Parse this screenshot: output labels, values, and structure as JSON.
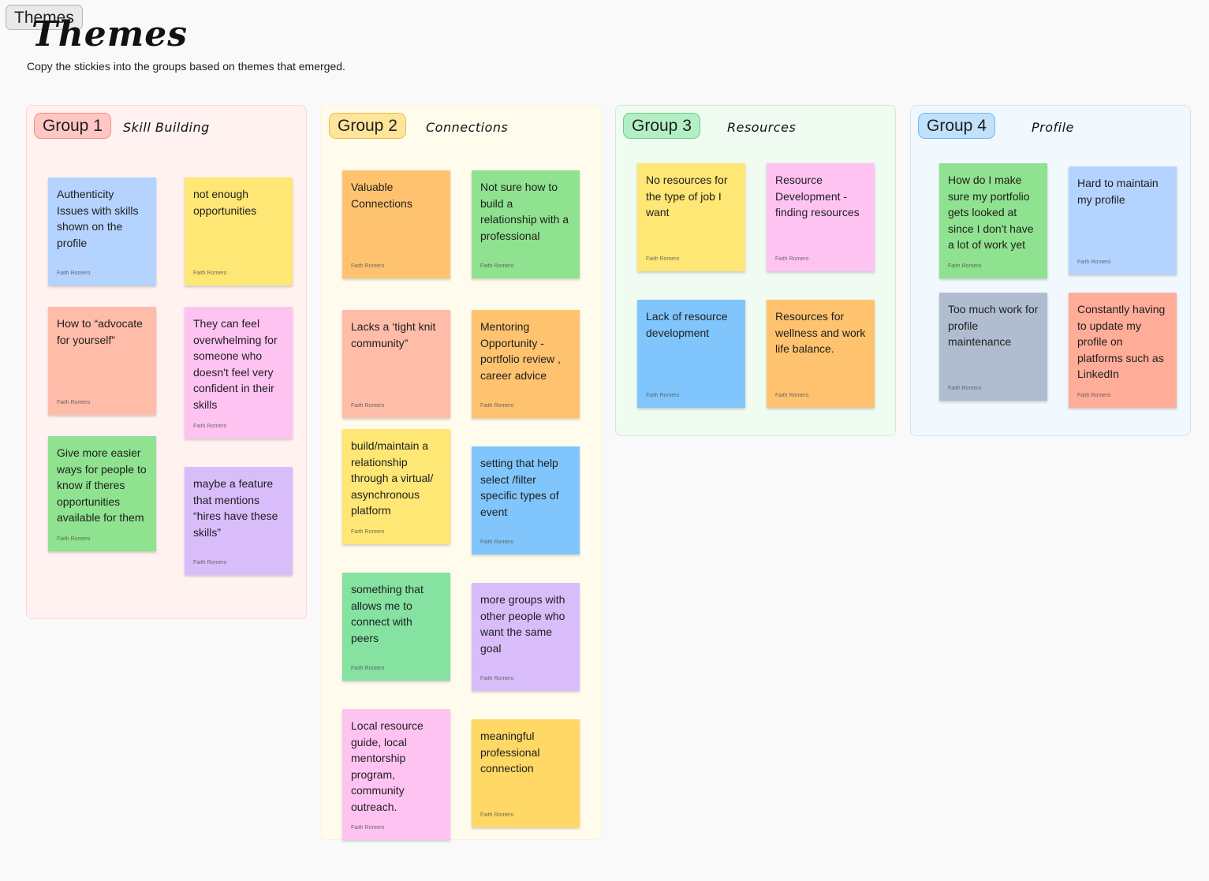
{
  "frame": {
    "tag": "Themes",
    "title": "Themes"
  },
  "subtitle": "Copy the stickies into the groups based on themes that emerged.",
  "colors": {
    "blue": "#b4d3ff",
    "yellow": "#ffe775",
    "salmon": "#ffbca9",
    "pink": "#ffc3f2",
    "green": "#8fe28f",
    "purple": "#d9bdfb",
    "orange": "#ffc36f",
    "mint": "#85e2a1",
    "sky": "#80c6fd",
    "gold": "#ffd865",
    "slate": "#b0bdd0",
    "coral": "#ffac98"
  },
  "groups": [
    {
      "label": "Group 1",
      "theme": "Skill Building",
      "bg": "#fff2f0",
      "border": "#ffd7d2",
      "label_bg": "#ffc7c2",
      "label_border": "#f08f88",
      "stickies": [
        {
          "text": "Authenticity Issues with skills shown on the profile",
          "author": "Faith Romero",
          "color": "#b4d3ff"
        },
        {
          "text": "not enough opportunities",
          "author": "Faith Romero",
          "color": "#ffe775"
        },
        {
          "text": "How to “advocate for yourself”",
          "author": "Faith Romero",
          "color": "#ffbca9"
        },
        {
          "text": "They can feel overwhelming for someone who doesn't feel very confident in their skills",
          "author": "Faith Romero",
          "color": "#ffc3f2"
        },
        {
          "text": "Give more easier ways for people to know if theres opportunities available for them",
          "author": "Faith Romero",
          "color": "#8fe28f"
        },
        {
          "text": "maybe a feature that mentions “hires have these skills”",
          "author": "Faith Romero",
          "color": "#d9bdfb"
        }
      ]
    },
    {
      "label": "Group 2",
      "theme": "Connections",
      "bg": "#fffcee",
      "border": "#fdf4d5",
      "label_bg": "#ffe59c",
      "label_border": "#e8bd4a",
      "stickies": [
        {
          "text": "Valuable Connections",
          "author": "Faith Romero",
          "color": "#ffc36f"
        },
        {
          "text": "Not sure how to build a relationship with a professional",
          "author": "Faith Romero",
          "color": "#8fe28f"
        },
        {
          "text": "Lacks a ‘tight knit community”",
          "author": "Faith Romero",
          "color": "#ffbca9"
        },
        {
          "text": "Mentoring Opportunity - portfolio review , career advice",
          "author": "Faith Romero",
          "color": "#ffc36f"
        },
        {
          "text": "build/maintain a relationship through a virtual/ asynchronous platform",
          "author": "Faith Romero",
          "color": "#ffe775"
        },
        {
          "text": "setting that help select /filter specific types of event",
          "author": "Faith Romero",
          "color": "#80c6fd"
        },
        {
          "text": "something that allows me to connect with peers",
          "author": "Faith Romero",
          "color": "#85e2a1"
        },
        {
          "text": "more groups with other people who want the same goal",
          "author": "Faith Romero",
          "color": "#d9bdfb"
        },
        {
          "text": "Local resource guide, local mentorship program, community outreach.",
          "author": "Faith Romero",
          "color": "#ffc3f2"
        },
        {
          "text": "meaningful professional connection",
          "author": "Faith Romero",
          "color": "#ffd865"
        }
      ]
    },
    {
      "label": "Group 3",
      "theme": "Resources",
      "bg": "#f0fbf2",
      "border": "#cdeed5",
      "label_bg": "#b3efc5",
      "label_border": "#6ccd88",
      "stickies": [
        {
          "text": "No resources for the type of job I want",
          "author": "Faith Romero",
          "color": "#ffe775"
        },
        {
          "text": "Resource Development - finding resources",
          "author": "Faith Romero",
          "color": "#ffc3f2"
        },
        {
          "text": "Lack of resource development",
          "author": "Faith Romero",
          "color": "#80c6fd"
        },
        {
          "text": "Resources for wellness and work life balance.",
          "author": "Faith Romero",
          "color": "#ffc36f"
        }
      ]
    },
    {
      "label": "Group 4",
      "theme": "Profile",
      "bg": "#f1f8fe",
      "border": "#d3e6f7",
      "label_bg": "#bfe1fb",
      "label_border": "#78b7ea",
      "stickies": [
        {
          "text": "How do I make sure my portfolio gets looked at since I don't have a lot of work yet",
          "author": "Faith Romero",
          "color": "#8fe28f"
        },
        {
          "text": "Hard to maintain my profile",
          "author": "Faith Romero",
          "color": "#b4d3ff"
        },
        {
          "text": "Too much work for profile maintenance",
          "author": "Faith Romero",
          "color": "#b0bdd0"
        },
        {
          "text": "Constantly having to update my profile on platforms such as LinkedIn",
          "author": "Faith Romero",
          "color": "#ffac98"
        }
      ]
    }
  ]
}
